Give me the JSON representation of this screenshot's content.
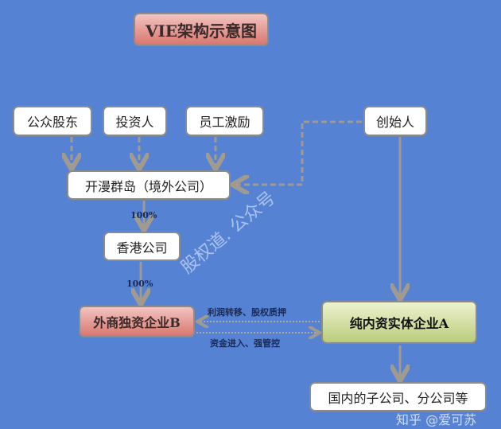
{
  "title": "VIE架构示意图",
  "nodes": {
    "public": "公众股东",
    "investors": "投资人",
    "esop": "员工激励",
    "founder": "创始人",
    "cayman": "开漫群岛（境外公司）",
    "hk": "香港公司",
    "wfoe": "外商独资企业B",
    "domestic": "纯内资实体企业A",
    "subs": "国内的子公司、分公司等"
  },
  "edges": {
    "cayman_hk": "100%",
    "hk_wfoe": "100%",
    "a_to_b": "利润转移、股权质押",
    "b_to_a": "资金进入、强管控"
  },
  "watermarks": {
    "diagonal": "股权道. 公众号",
    "corner": "知乎 @爱可苏"
  },
  "colors": {
    "background": "#5682d4",
    "arrow": "#a09a90"
  }
}
